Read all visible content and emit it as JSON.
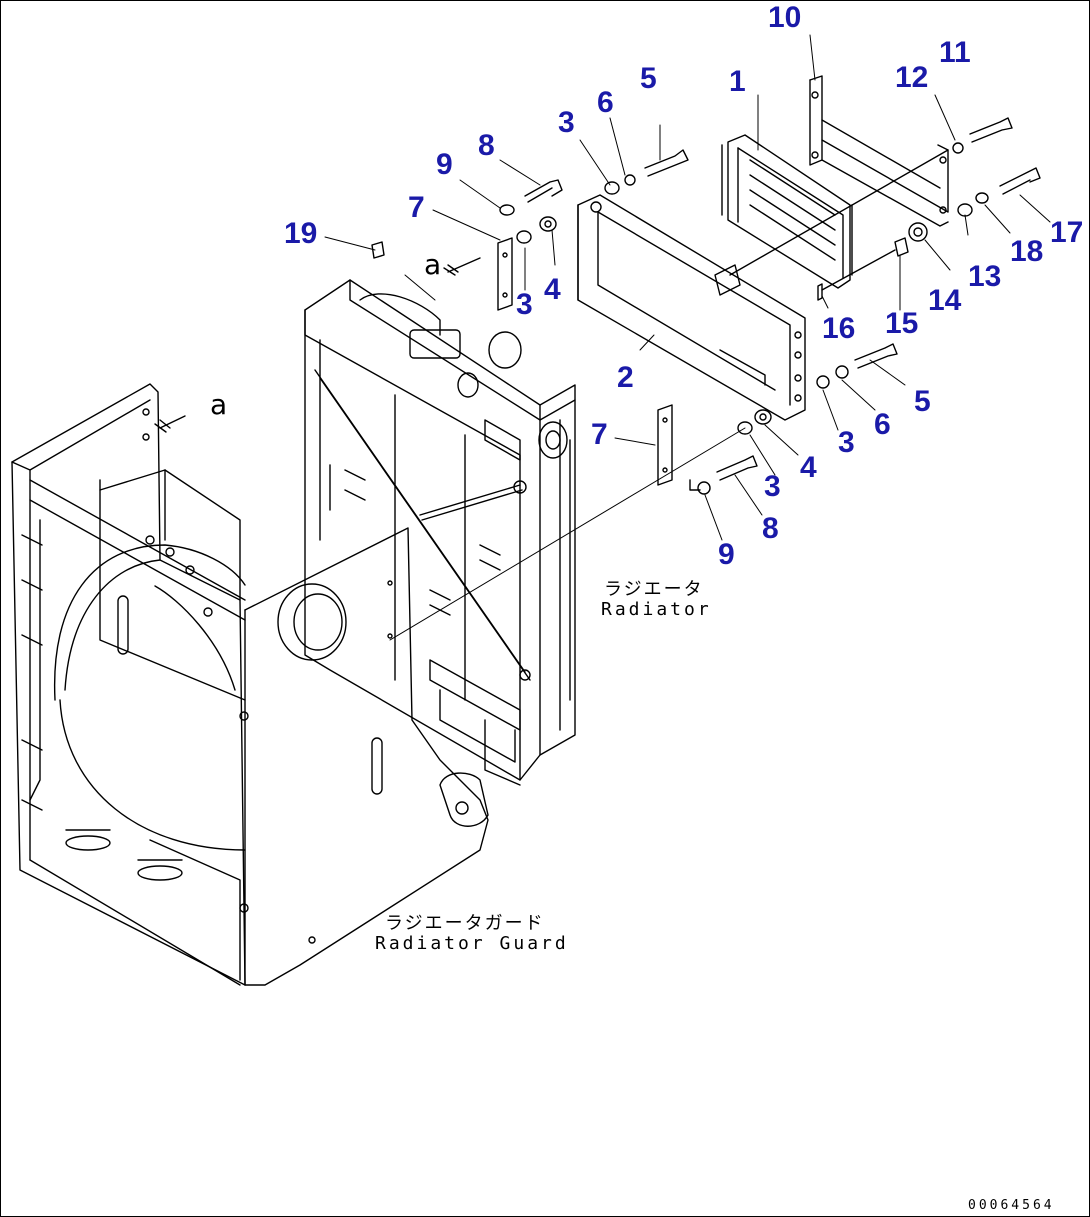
{
  "callouts": [
    "1",
    "2",
    "3",
    "3",
    "3",
    "3",
    "4",
    "4",
    "5",
    "5",
    "6",
    "6",
    "7",
    "7",
    "8",
    "8",
    "9",
    "9",
    "10",
    "11",
    "12",
    "13",
    "14",
    "15",
    "16",
    "17",
    "18",
    "19"
  ],
  "labels": {
    "radiator_jp": "ラジエータ",
    "radiator_en": "Radiator",
    "guard_jp": "ラジエータガード",
    "guard_en": "Radiator Guard",
    "view_mark": "a",
    "drawing_number": "00064564"
  },
  "colors": {
    "callout": "#1a1aa8",
    "line": "#000000",
    "background": "#ffffff"
  }
}
